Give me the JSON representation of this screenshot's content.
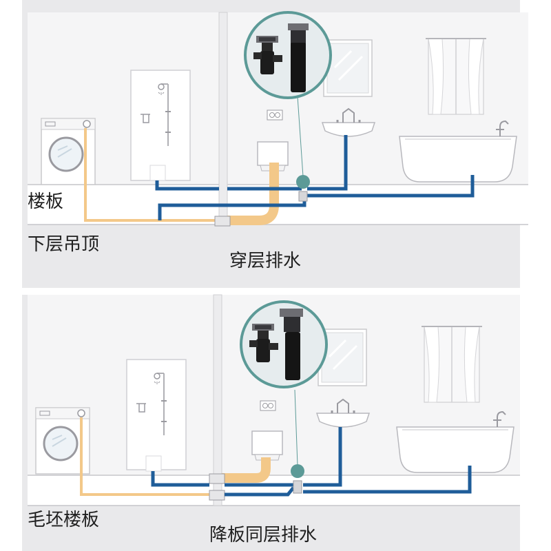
{
  "top_panel": {
    "floor_label": "楼板",
    "ceiling_label": "下层吊顶",
    "caption": "穿层排水"
  },
  "bottom_panel": {
    "floor_label": "毛坯楼板",
    "caption": "降板同层排水"
  },
  "colors": {
    "background_band": "#e9e9eb",
    "wall": "#f4f4f5",
    "line": "#cfcfd3",
    "pipe_blue": "#1f5d99",
    "pipe_yellow": "#f3c889",
    "inset_ring": "#5c9a97",
    "inset_fill": "#e6ecee",
    "fitting_black": "#1a1a1a"
  }
}
